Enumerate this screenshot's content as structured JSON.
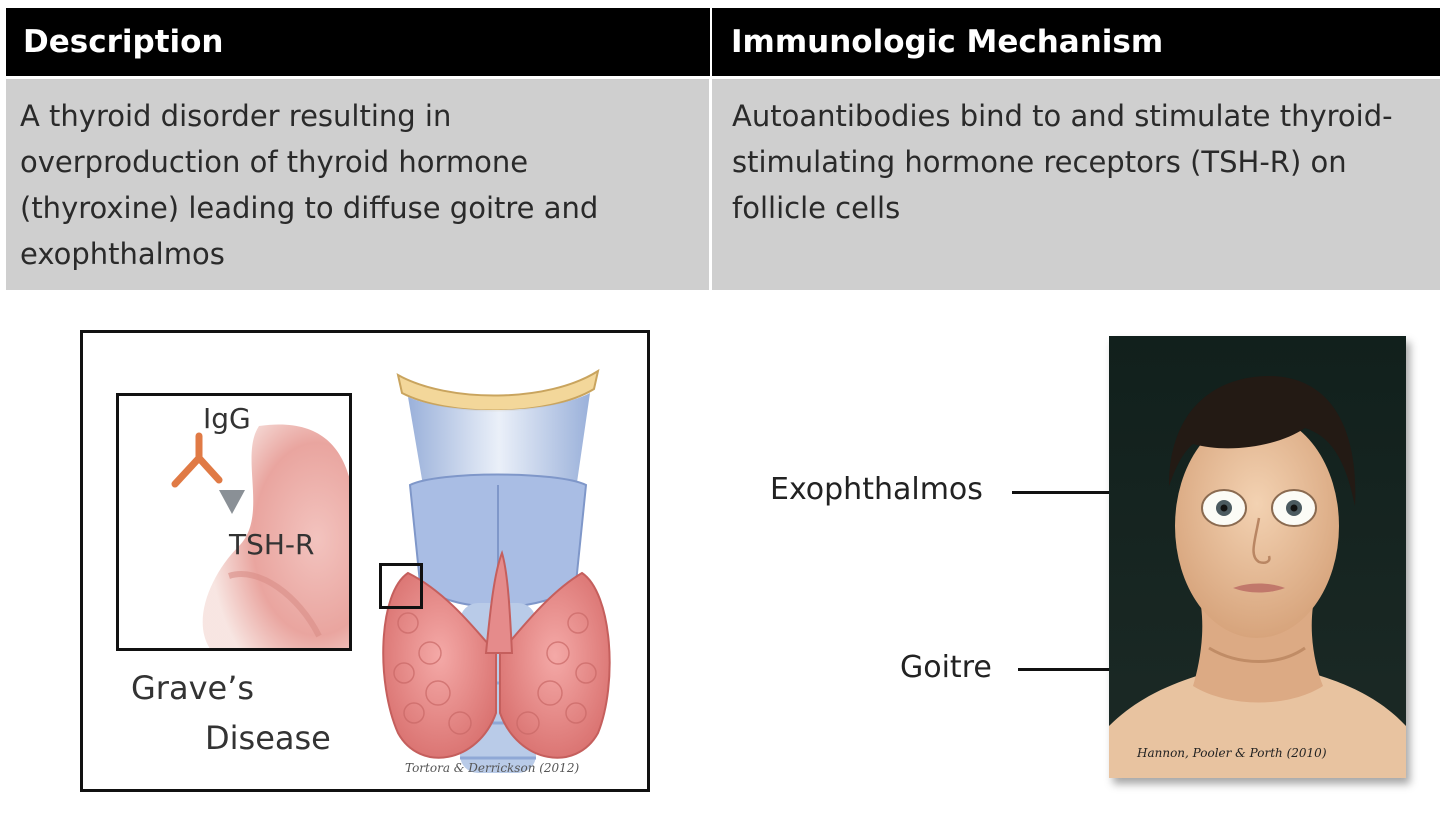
{
  "table": {
    "headers": [
      "Description",
      "Immunologic Mechanism"
    ],
    "description": "A thyroid disorder resulting in overproduction of thyroid hormone (thyroxine) leading to diffuse goitre and exophthalmos",
    "mechanism": "Autoantibodies bind to and stimulate thyroid-stimulating hormone receptors (TSH-R) on follicle cells"
  },
  "left_figure": {
    "inset_labels": {
      "antibody": "IgG",
      "receptor": "TSH-R"
    },
    "caption_line1": "Grave’s",
    "caption_line2": "Disease",
    "credit": "Tortora & Derrickson (2012)"
  },
  "right_figure": {
    "labels": {
      "eye": "Exophthalmos",
      "neck": "Goitre"
    },
    "credit": "Hannon, Pooler & Porth (2010)"
  },
  "colors": {
    "header_bg": "#000000",
    "row_bg": "#cfcfcf",
    "antibody": "#e07a45",
    "receptor": "#8a9096",
    "thyroid": "#e58b8b",
    "cartilage": "#b9cbe8"
  }
}
